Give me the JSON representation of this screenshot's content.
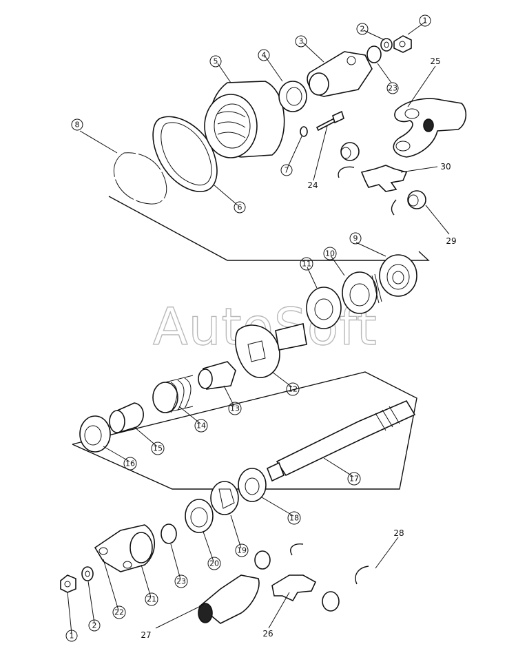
{
  "watermark": "AutoSoft",
  "callouts": {
    "c1_top": "1",
    "c2_top": "2",
    "c3": "3",
    "c4": "4",
    "c5": "5",
    "c6": "6",
    "c7": "7",
    "c8": "8",
    "c9": "9",
    "c10": "10",
    "c11": "11",
    "c12": "12",
    "c13": "13",
    "c14": "14",
    "c15": "15",
    "c16": "16",
    "c17": "17",
    "c18": "18",
    "c19": "19",
    "c20": "20",
    "c21": "21",
    "c22": "22",
    "c23_top": "23",
    "c23_bottom": "23",
    "c1_bottom": "1",
    "c2_bottom": "2"
  },
  "plain_labels": {
    "l24": "24",
    "l25": "25",
    "l26": "26",
    "l27": "27",
    "l28": "28",
    "l29": "29",
    "l30": "30"
  }
}
